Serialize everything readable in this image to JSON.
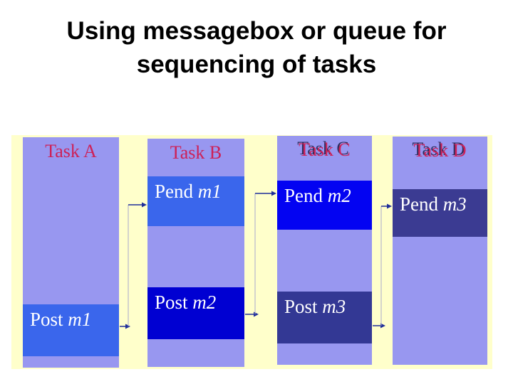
{
  "title": {
    "line1": "Using messagebox or queue for",
    "line2": "sequencing of tasks"
  },
  "colors": {
    "page_background": "#ffffff",
    "diagram_band": "#ffffcb",
    "task_column": "#9897f0",
    "box_royal_blue": "#3a66ec",
    "box_bright_blue": "#0303f2",
    "box_deep_blue": "#0000d2",
    "box_dark_navy": "#333894",
    "task_label": "#cd2158",
    "task_label_shadow": "#2e2e60",
    "title_text": "#000000",
    "arrow": "#1f2e99"
  },
  "diagram": {
    "tasks": [
      {
        "label": "Task A",
        "boxes": [
          {
            "verb": "Post ",
            "msg": "m1"
          }
        ]
      },
      {
        "label": "Task B",
        "boxes": [
          {
            "verb": "Pend ",
            "msg": "m1"
          },
          {
            "verb": "Post ",
            "msg": "m2"
          }
        ]
      },
      {
        "label": "Task C",
        "boxes": [
          {
            "verb": "Pend ",
            "msg": "m2"
          },
          {
            "verb": "Post ",
            "msg": "m3"
          }
        ]
      },
      {
        "label": "Task D",
        "boxes": [
          {
            "verb": "Pend ",
            "msg": "m3"
          }
        ]
      }
    ],
    "arrows": [
      {
        "from": "Task A Post m1",
        "to": "Task B Pend m1"
      },
      {
        "from": "Task B Post m2",
        "to": "Task C Pend m2"
      },
      {
        "from": "Task C Post m3",
        "to": "Task D Pend m3"
      }
    ]
  }
}
